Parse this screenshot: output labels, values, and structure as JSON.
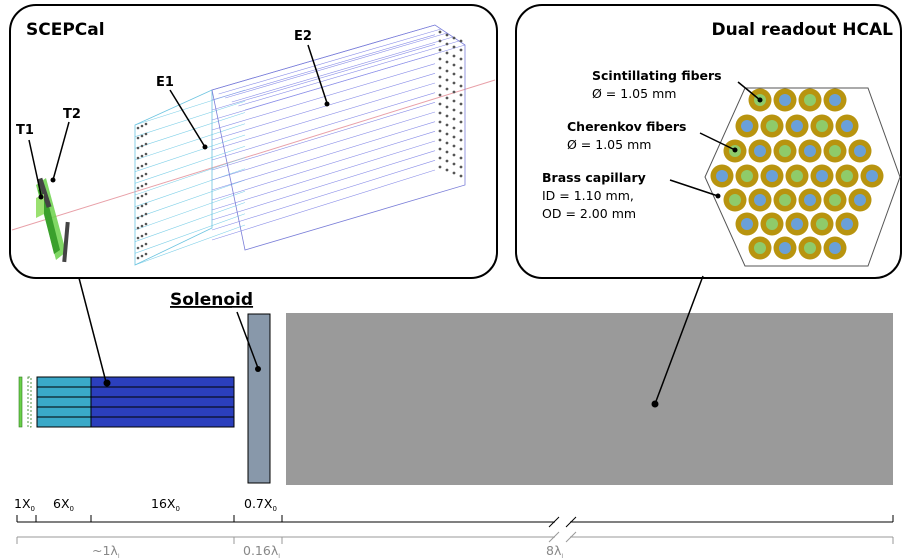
{
  "panels": {
    "left_title": "SCEPCal",
    "right_title": "Dual readout HCAL"
  },
  "scepcal_labels": {
    "t1": "T1",
    "t2": "T2",
    "e1": "E1",
    "e2": "E2"
  },
  "hcal_labels": {
    "scint_title": "Scintillating fibers",
    "scint_value": "Ø = 1.05 mm",
    "cher_title": "Cherenkov fibers",
    "cher_value": "Ø = 1.05 mm",
    "brass_title": "Brass capillary",
    "brass_id": "ID = 1.10 mm,",
    "brass_od": "OD = 2.00 mm"
  },
  "solenoid_label": "Solenoid",
  "scale_top": {
    "t1": "1X",
    "t2": "6X",
    "t3": "16X",
    "t4": "0.7X",
    "sub": "0"
  },
  "scale_bottom": {
    "b1": "~1λ",
    "b2": "0.16λ",
    "b3": "8λ",
    "sub": "I"
  },
  "colors": {
    "e1_block": "#3aa9c8",
    "e2_block": "#2b3fbd",
    "solenoid": "#8898aa",
    "hcal": "#9a9a9a",
    "brass": "#b8940f",
    "scint_fiber": "#8fcb6a",
    "cher_fiber": "#6aa0d8",
    "timing_green": "#6bd14a"
  }
}
